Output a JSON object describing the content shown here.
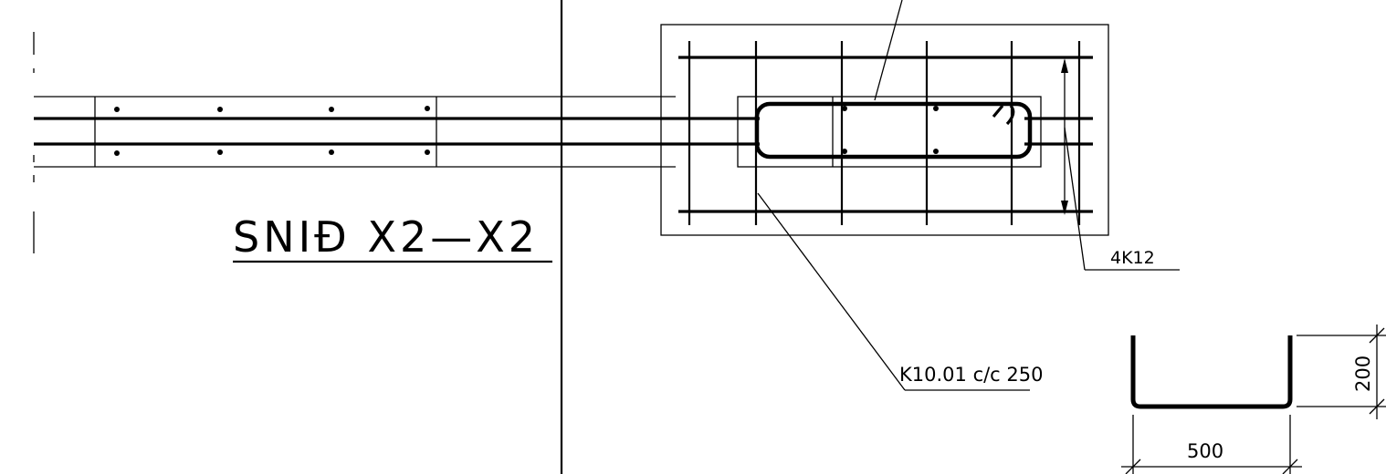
{
  "section_title": "SNIĐ X2—X2",
  "labels": {
    "main_bars": "4K12",
    "stirrups": "K10.01 c/c 250"
  },
  "bending_shape": {
    "height_dim": "200",
    "width_dim": "500"
  }
}
